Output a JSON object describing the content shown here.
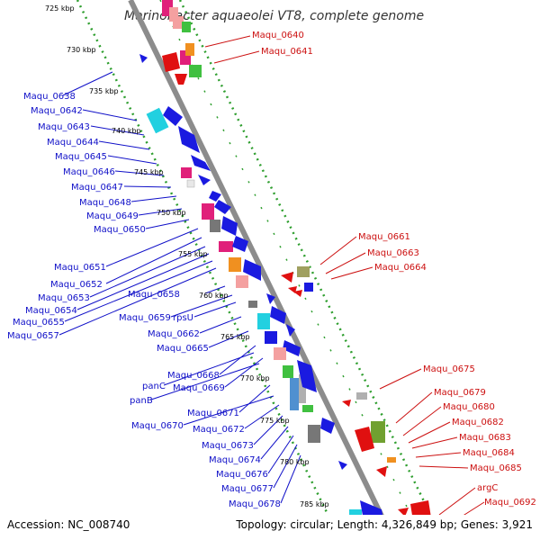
{
  "title": "Marinobacter aquaeolei VT8, complete genome",
  "footer": {
    "accession": "Accession: NC_008740",
    "topology": "Topology: circular; Length: 4,326,849 bp; Genes: 3,921"
  },
  "ticks": [
    "725 kbp",
    "730 kbp",
    "735 kbp",
    "740 kbp",
    "745 kbp",
    "750 kbp",
    "755 kbp",
    "760 kbp",
    "765 kbp",
    "770 kbp",
    "775 kbp",
    "780 kbp",
    "785 kbp"
  ],
  "left_labels": [
    "Maqu_0638",
    "Maqu_0642",
    "Maqu_0643",
    "Maqu_0644",
    "Maqu_0645",
    "Maqu_0646",
    "Maqu_0647",
    "Maqu_0648",
    "Maqu_0649",
    "Maqu_0650",
    "Maqu_0651",
    "Maqu_0652",
    "Maqu_0653",
    "Maqu_0654",
    "Maqu_0655",
    "Maqu_0657",
    "Maqu_0658",
    "Maqu_0659",
    "rpsU",
    "Maqu_0662",
    "Maqu_0665",
    "Maqu_0668",
    "panC",
    "Maqu_0669",
    "panB",
    "Maqu_0671",
    "Maqu_0670",
    "Maqu_0672",
    "Maqu_0673",
    "Maqu_0674",
    "Maqu_0676",
    "Maqu_0677",
    "Maqu_0678"
  ],
  "right_labels": [
    "Maqu_0640",
    "Maqu_0641",
    "Maqu_0661",
    "Maqu_0663",
    "Maqu_0664",
    "Maqu_0675",
    "Maqu_0679",
    "Maqu_0680",
    "Maqu_0682",
    "Maqu_0683",
    "Maqu_0684",
    "Maqu_0685",
    "argC",
    "Maqu_0692"
  ],
  "colors": {
    "backbone": "#8c8c8c",
    "tick_dots": "#2e9e2e",
    "forward_labels": "#1010c8",
    "reverse_labels": "#cc1010"
  }
}
